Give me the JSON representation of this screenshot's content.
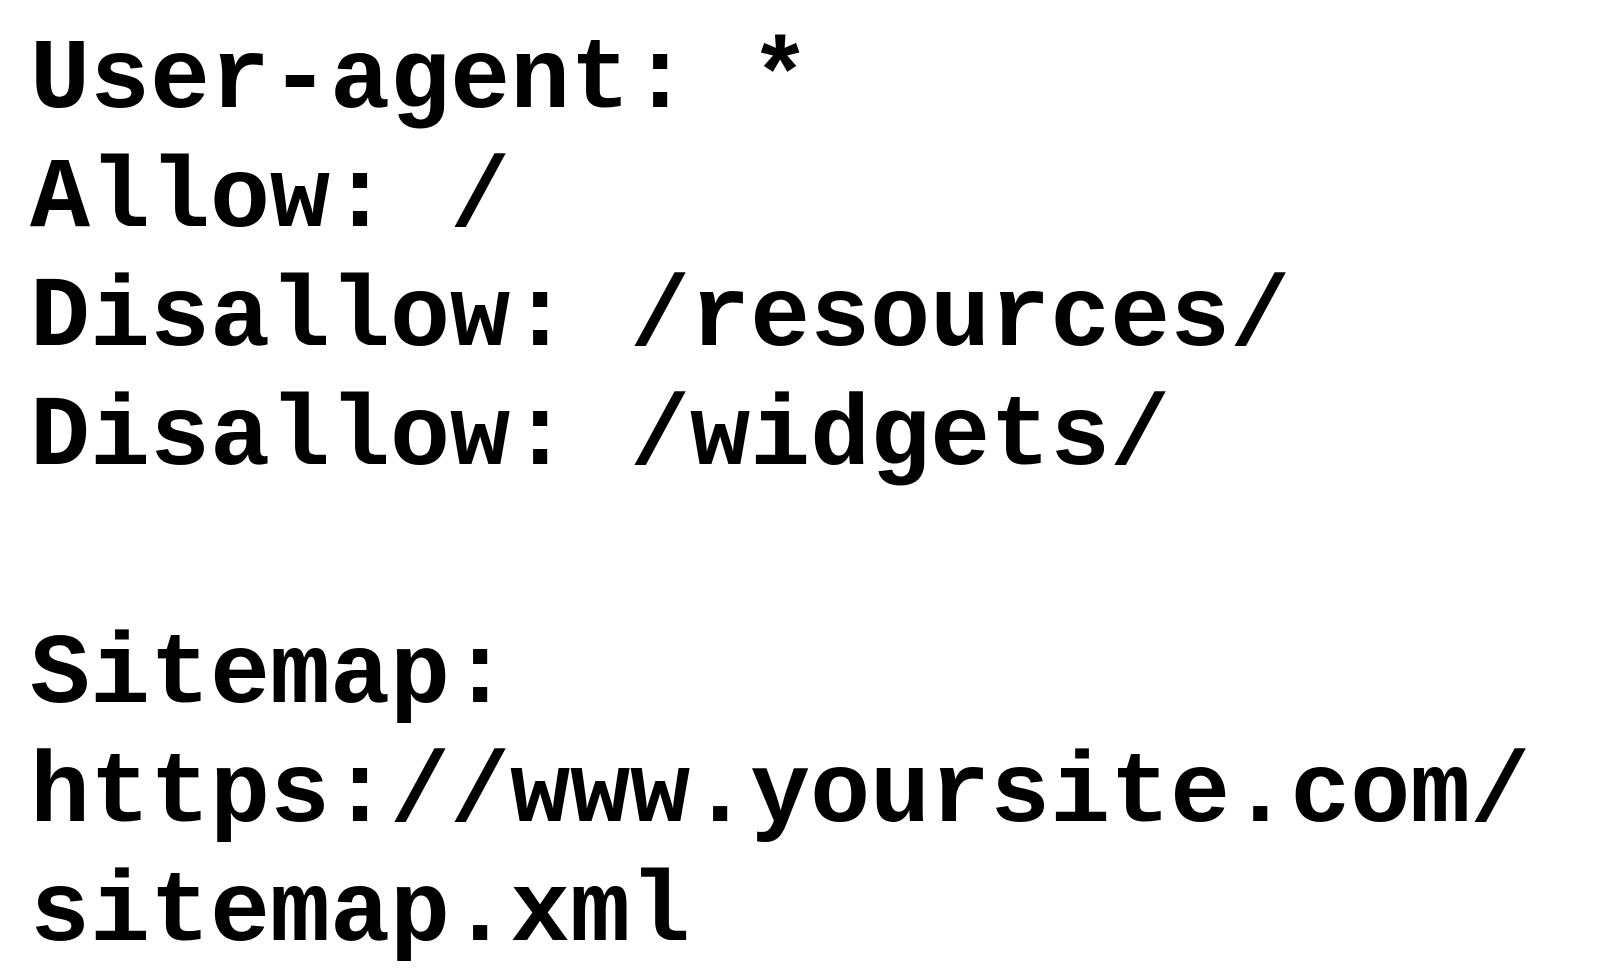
{
  "colors": {
    "background": "#ffffff",
    "text": "#000000"
  },
  "document": {
    "lines": [
      "User-agent: *",
      "Allow: /",
      "Disallow: /resources/",
      "Disallow: /widgets/",
      "",
      "Sitemap:",
      "https://www.yoursite.com/",
      "sitemap.xml"
    ]
  }
}
